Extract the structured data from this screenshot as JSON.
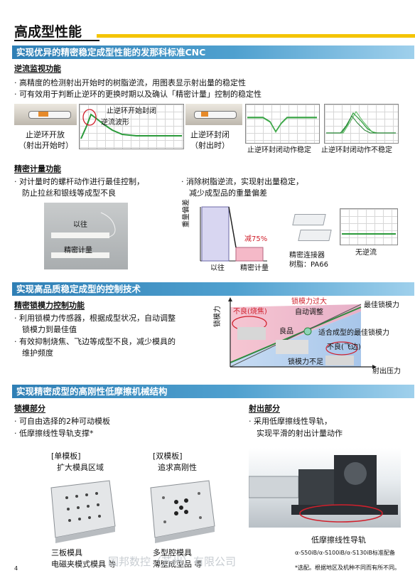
{
  "page": {
    "title": "高成型性能",
    "page_number": "4",
    "watermark": "国邦数控（苏州）有限公司"
  },
  "s1": {
    "heading": "实现优异的精密稳定成型性能的发那科标准CNC",
    "backflow": {
      "title": "逆流监视功能",
      "bullets": [
        "· 高精度的检测射出开始时的树脂逆流，用图表显示射出量的稳定性",
        "· 可有效用于判断止逆环的更换时期以及确认「精密计量」控制的稳定性"
      ],
      "label_open_1": "止逆环开放",
      "label_open_2": "（射出开始时）",
      "label_closed_1": "止逆环封闭",
      "label_closed_2": "（射出时）",
      "annot_close": "止逆环开始封闭",
      "annot_wave": "逆流波形",
      "label_stable": "止逆环封闭动作稳定",
      "label_unstable": "止逆环封闭动作不稳定"
    },
    "metering": {
      "title": "精密计量功能",
      "left_1": "· 对计量时的螺杆动作进行最佳控制，",
      "left_2": "防止拉丝和银线等成型不良",
      "right_1": "· 消除树脂逆流，实现射出量稳定，",
      "right_2": "减少成型品的重量偏差",
      "photo_before": "以往",
      "photo_after": "精密计量",
      "bar_ylabel": "重量偏差",
      "bar_cat1": "以往",
      "bar_cat2": "精密计量",
      "reduction": "减75%",
      "connector_1": "精密连接器",
      "connector_2": "树脂：PA66",
      "no_backflow": "无逆流"
    }
  },
  "chart_data": {
    "type": "bar",
    "categories": [
      "以往",
      "精密计量"
    ],
    "values": [
      100,
      25
    ],
    "ylabel": "重量偏差",
    "annotation": "减75%"
  },
  "s2": {
    "heading": "实现高品质稳定成型的控制技术",
    "title": "精密锁模力控制功能",
    "b1_1": "· 利用锁模力传感器，根据成型状况，自动调整",
    "b1_2": "锁模力到最佳值",
    "b2_1": "· 有效抑制烧焦、飞边等成型不良，减少模具的",
    "b2_2": "维护频度",
    "ylabel": "锁模力",
    "xlabel": "射出压力",
    "max_label": "最佳锁模力",
    "excess": "锁模力过大",
    "auto_adjust": "自动调整",
    "burn": "不良(烧焦)",
    "good": "良品",
    "optimal": "适合成型的最佳锁模力",
    "flash": "不良(飞边)",
    "insufficient": "锁模力不足"
  },
  "s3": {
    "heading": "实现精密成型的高刚性低摩擦机械结构",
    "clamp": {
      "title": "锁模部分",
      "b1": "· 可自由选择的2种可动模板",
      "b2": "· 低摩擦线性导轨支撑*",
      "single_tag": "[单模板]",
      "single_cap": "扩大模具区域",
      "double_tag": "[双模板]",
      "double_cap": "追求高刚性",
      "single_bot_1": "三板模具",
      "single_bot_2": "电磁夹模式模具 等",
      "double_bot_1": "多型腔模具",
      "double_bot_2": "薄壁成型品 等"
    },
    "inject": {
      "title": "射出部分",
      "b1": "· 采用低摩擦线性导轨，",
      "b2": "实现平滑的射出计量动作",
      "rail_label": "低摩擦线性导轨",
      "note1": "α-S50iB/α-S100iB/α-S130iB标准配备",
      "note2": "*选配。根据地区及机种不同而有所不同。"
    }
  }
}
